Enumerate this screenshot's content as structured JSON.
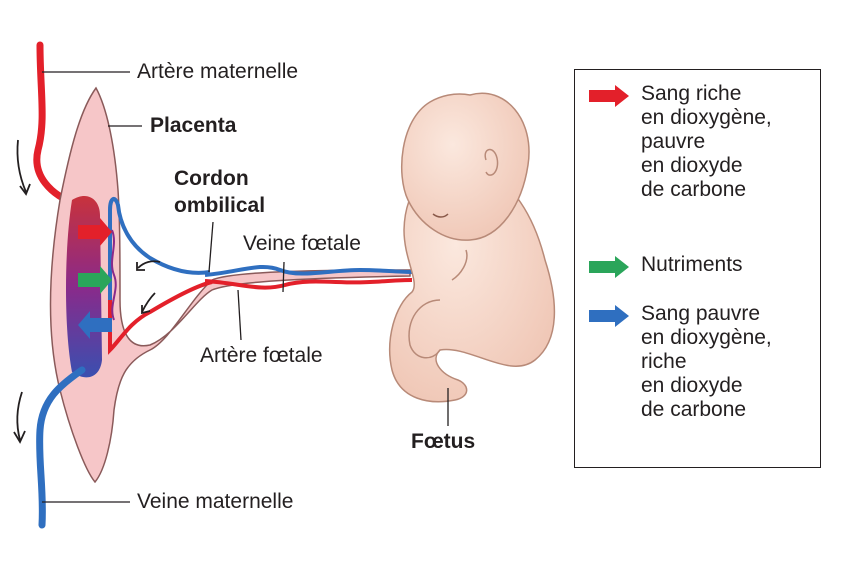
{
  "labels": {
    "maternal_artery": "Artère maternelle",
    "placenta": "Placenta",
    "umbilical_cord_line1": "Cordon",
    "umbilical_cord_line2": "ombilical",
    "fetal_vein": "Veine fœtale",
    "fetal_artery": "Artère fœtale",
    "fetus": "Fœtus",
    "maternal_vein": "Veine maternelle"
  },
  "legend": {
    "items": [
      {
        "arrow_color": "#e3202a",
        "lines": [
          "Sang riche",
          "en dioxygène,",
          "pauvre",
          "en dioxyde",
          "de carbone"
        ]
      },
      {
        "arrow_color": "#2aa55a",
        "lines": [
          "Nutriments"
        ]
      },
      {
        "arrow_color": "#2f6fc0",
        "lines": [
          "Sang pauvre",
          "en dioxygène,",
          "riche",
          "en dioxyde",
          "de carbone"
        ]
      }
    ]
  },
  "colors": {
    "oxygenated": "#e3202a",
    "deoxygenated": "#2f6fc0",
    "nutrients": "#2aa55a",
    "placenta_tissue": "#f6c6c8",
    "placenta_core": "#8a2a8a",
    "fetus_skin": "#f7d9cc"
  }
}
